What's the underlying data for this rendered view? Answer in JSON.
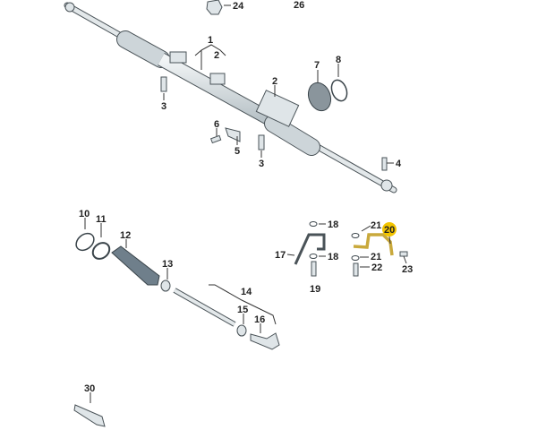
{
  "diagram": {
    "title_hidden": null,
    "highlight_color": "#f2c400",
    "highlight_part_color": "#e8cf6a",
    "labels": {
      "p24": "24",
      "p26": "26",
      "p1": "1",
      "p2a": "2",
      "p2b": "2",
      "p3a": "3",
      "p3b": "3",
      "p4": "4",
      "p5": "5",
      "p6": "6",
      "p7": "7",
      "p8": "8",
      "p10": "10",
      "p11": "11",
      "p12": "12",
      "p13": "13",
      "p14": "14",
      "p15": "15",
      "p16": "16",
      "p17": "17",
      "p18a": "18",
      "p18b": "18",
      "p19": "19",
      "p20": "20",
      "p21a": "21",
      "p21b": "21",
      "p22": "22",
      "p23": "23",
      "p30": "30"
    }
  }
}
